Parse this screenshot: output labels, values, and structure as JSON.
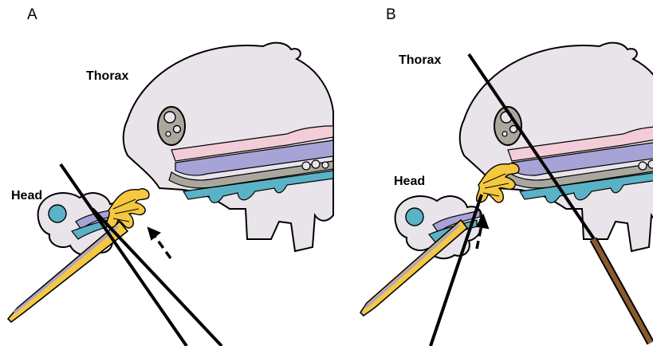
{
  "panels": [
    {
      "letter": "A",
      "thorax_label": "Thorax",
      "head_label": "Head"
    },
    {
      "letter": "B",
      "thorax_label": "Thorax",
      "head_label": "Head"
    }
  ],
  "colors": {
    "outline": "#000000",
    "body_fill": "#e8e4ea",
    "gut_grey": "#aaa89e",
    "nerve_blue": "#a8a3d6",
    "muscle_pink": "#f2cdd8",
    "gland_teal": "#5ab2c6",
    "nerve_yellow": "#f5c842",
    "scissors_brown": "#8b5a2b"
  }
}
